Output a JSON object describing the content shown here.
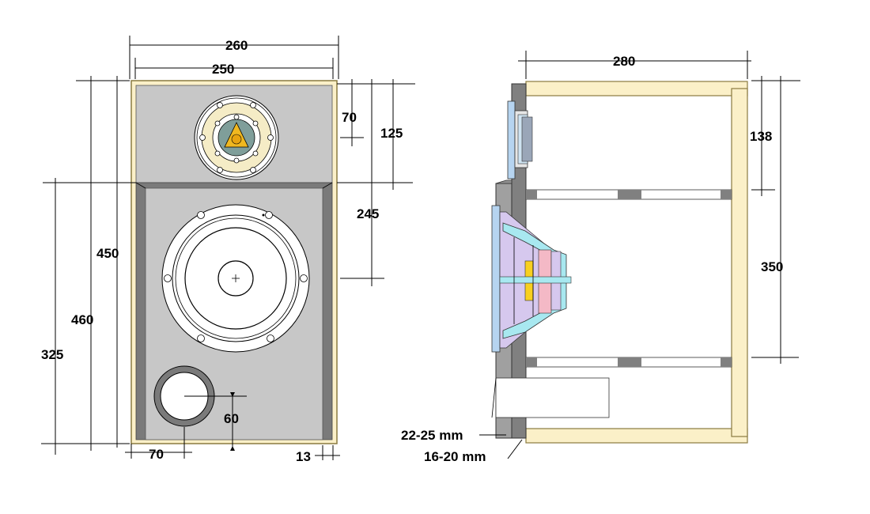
{
  "front_view": {
    "dimensions": {
      "outer_width": "260",
      "inner_width": "250",
      "tweeter_center_from_top": "70",
      "baffle_step_height": "125",
      "woofer_center_from_top": "245",
      "inner_height": "450",
      "outer_height": "460",
      "lower_section_height": "325",
      "port_center_from_bottom": "60",
      "port_center_from_side": "70",
      "side_panel_thickness": "13"
    }
  },
  "side_view": {
    "dimensions": {
      "depth": "280",
      "upper_chamber_height": "138",
      "lower_chamber_height": "350",
      "front_baffle_thickness": "22-25 mm",
      "second_baffle_thickness": "16-20 mm"
    }
  },
  "colors": {
    "wood": "#fbf0c8",
    "wood_edge": "#8a7a40",
    "baffle_grey": "#c7c7c7",
    "dark_grey": "#808080",
    "tweeter_cone": "#f0b820",
    "tweeter_plate": "#f5ecc6",
    "woofer_frame": "#b6d4f0",
    "pink": "#f4b9c6",
    "lavender": "#d6c8ee",
    "yellow": "#f8d020",
    "cyan": "#a8e8f0"
  }
}
